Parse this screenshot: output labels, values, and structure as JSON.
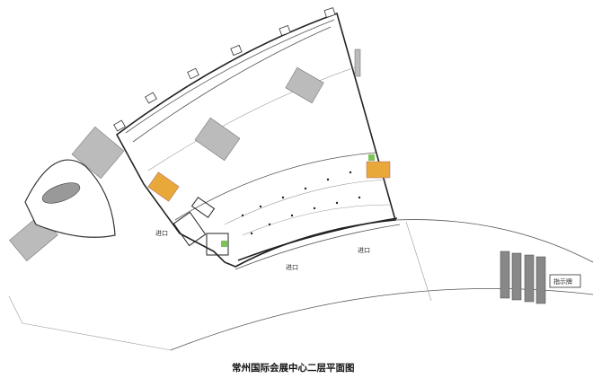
{
  "title": "常州国际会展中心二层平面图",
  "entrances": [
    "进口",
    "进口",
    "进口"
  ],
  "sign_label": "指示牌",
  "colors": {
    "escalator": "#e8a83a",
    "elevator": "#7cc35a",
    "lines": "#555555"
  }
}
